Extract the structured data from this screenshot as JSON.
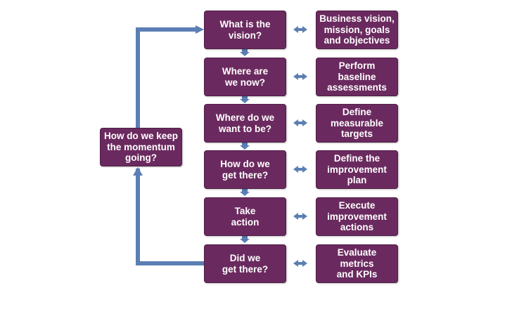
{
  "steps": [
    {
      "question": "What is the\nvision?",
      "outcome": "Business vision,\nmission, goals\nand objectives"
    },
    {
      "question": "Where are\nwe now?",
      "outcome": "Perform baseline\nassessments"
    },
    {
      "question": "Where do we\nwant to be?",
      "outcome": "Define measurable\ntargets"
    },
    {
      "question": "How do we\nget there?",
      "outcome": "Define the\nimprovement plan"
    },
    {
      "question": "Take\naction",
      "outcome": "Execute\nimprovement\nactions"
    },
    {
      "question": "Did we\nget there?",
      "outcome": "Evaluate\nmetrics\nand KPIs"
    }
  ],
  "loop": {
    "label": "How do we keep\nthe momentum\ngoing?"
  },
  "colors": {
    "box": "#6b2a5f",
    "connector": "#5b7fb4",
    "text": "#ffffff"
  }
}
